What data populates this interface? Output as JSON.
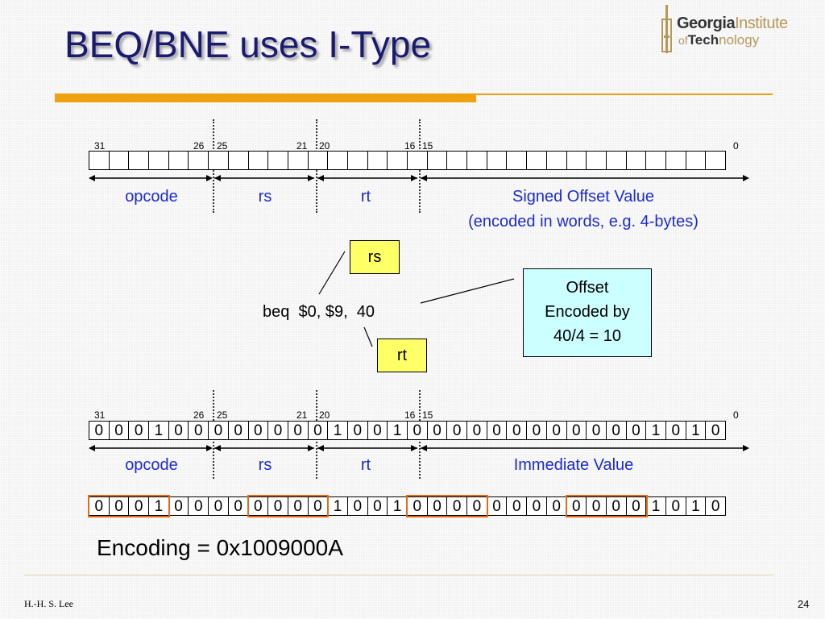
{
  "slide": {
    "title": "BEQ/BNE uses I-Type",
    "author": "H.-H. S. Lee",
    "page_number": "24",
    "encoding_line": "Encoding = 0x1009000A"
  },
  "logo": {
    "line1_bold": "Georgia",
    "line1_rest": "Institute",
    "line2_small": "of",
    "line2_bold": "Tech",
    "line2_rest": "nology"
  },
  "format_top": {
    "bit_numbers": [
      "31",
      "26",
      "25",
      "21",
      "20",
      "16",
      "15",
      "0"
    ],
    "fields": [
      "opcode",
      "rs",
      "rt",
      "Signed Offset Value"
    ],
    "field_note": "(encoded in words, e.g. 4-bytes)"
  },
  "example": {
    "instruction": "beq  $0, $9,  40",
    "rs_label": "rs",
    "rt_label": "rt",
    "offset_note": [
      "Offset",
      "Encoded by",
      "40/4 = 10"
    ]
  },
  "format_bottom": {
    "bit_numbers": [
      "31",
      "26",
      "25",
      "21",
      "20",
      "16",
      "15",
      "0"
    ],
    "bits": [
      "0",
      "0",
      "0",
      "1",
      "0",
      "0",
      "0",
      "0",
      "0",
      "0",
      "0",
      "0",
      "1",
      "0",
      "0",
      "1",
      "0",
      "0",
      "0",
      "0",
      "0",
      "0",
      "0",
      "0",
      "0",
      "0",
      "0",
      "0",
      "1",
      "0",
      "1",
      "0"
    ],
    "fields": [
      "opcode",
      "rs",
      "rt",
      "Immediate Value"
    ]
  },
  "nibble_row": {
    "bits": [
      "0",
      "0",
      "0",
      "1",
      "0",
      "0",
      "0",
      "0",
      "0",
      "0",
      "0",
      "0",
      "1",
      "0",
      "0",
      "1",
      "0",
      "0",
      "0",
      "0",
      "0",
      "0",
      "0",
      "0",
      "0",
      "0",
      "0",
      "0",
      "1",
      "0",
      "1",
      "0"
    ]
  },
  "colors": {
    "title": "#1a1a70",
    "accent_orange": "#f0a20e",
    "field_label": "#1c2bd1",
    "box_yellow": "#ffff66",
    "box_cyan": "#ccffff",
    "nibble_outline": "#e06a1c"
  }
}
